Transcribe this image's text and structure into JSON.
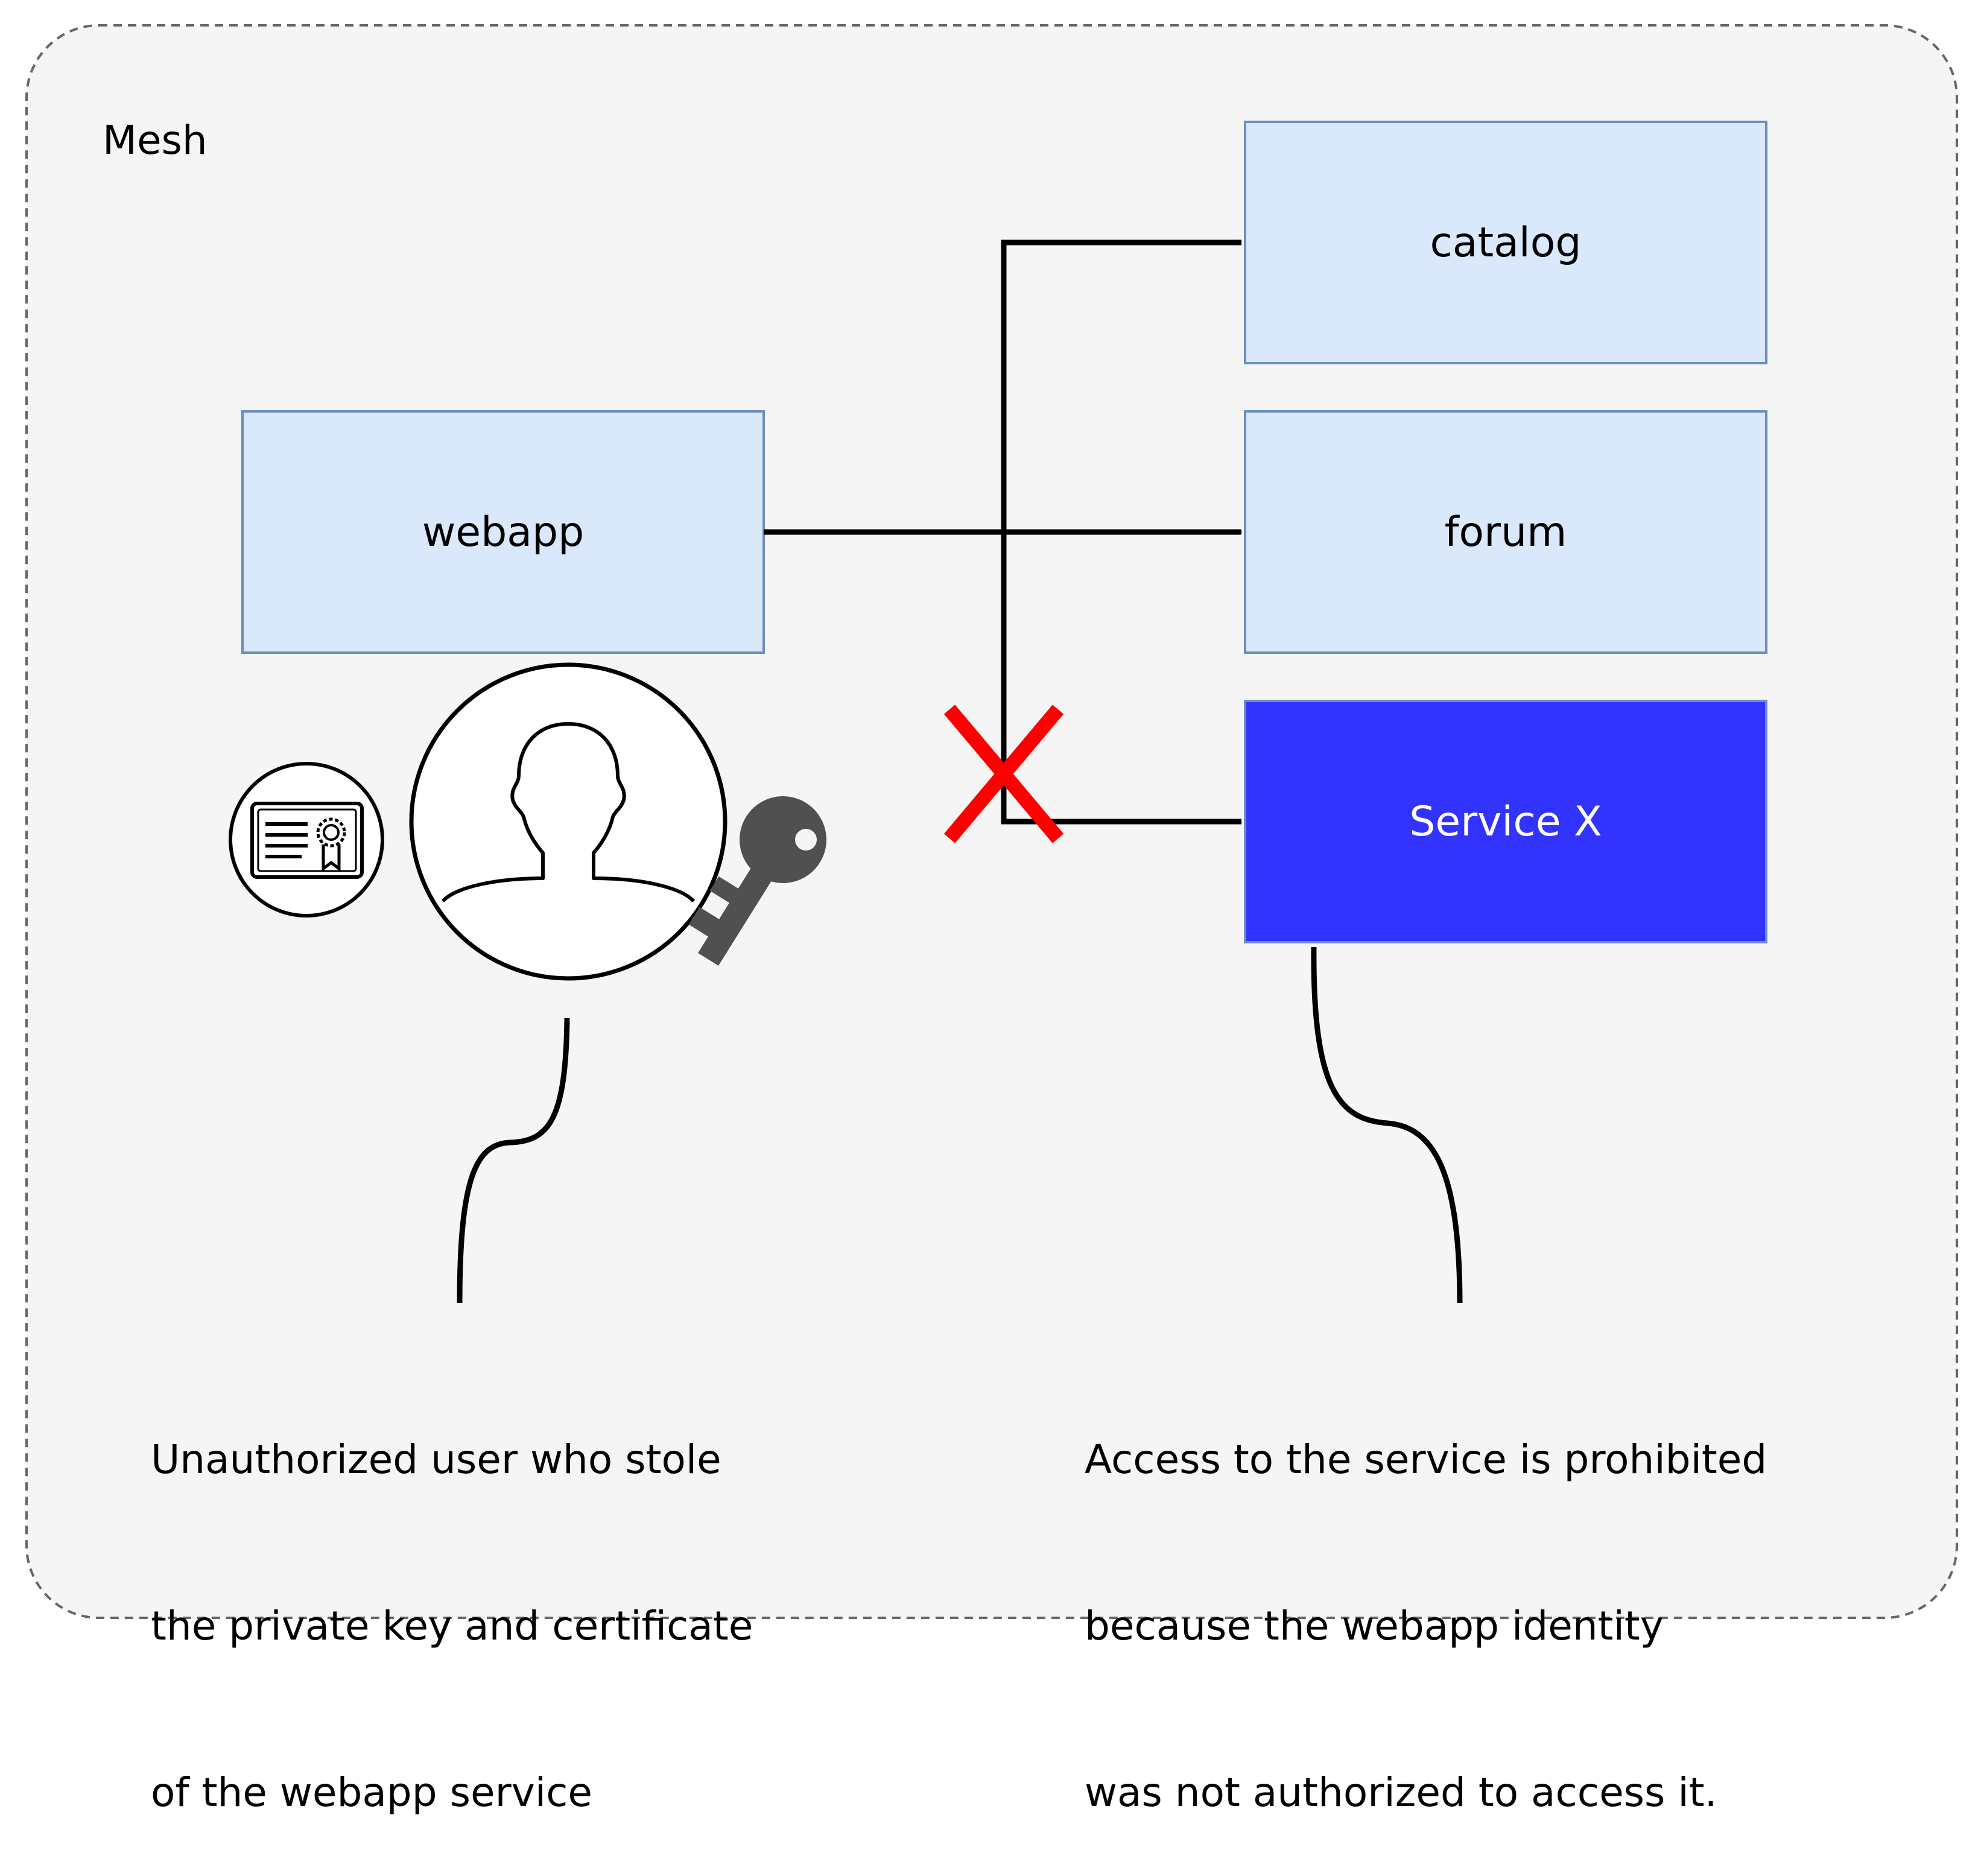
{
  "container": {
    "title": "Mesh"
  },
  "services": {
    "webapp": {
      "label": "webapp"
    },
    "catalog": {
      "label": "catalog"
    },
    "forum": {
      "label": "forum"
    },
    "service_x": {
      "label": "Service X"
    }
  },
  "notes": {
    "attacker": {
      "lines": [
        "Unauthorized user who stole",
        "the private key and certificate",
        "of the webapp service"
      ]
    },
    "denied": {
      "lines": [
        "Access to the service is prohibited",
        "because the webapp identity",
        "was not authorized to access it."
      ]
    }
  },
  "icons": {
    "user": "user-silhouette-icon",
    "certificate": "certificate-icon",
    "key": "key-icon",
    "deny": "deny-cross-icon"
  },
  "colors": {
    "container_fill": "#f5f5f5",
    "container_border": "#666666",
    "service_fill": "#dae8fc",
    "service_border": "#6c8ebf",
    "service_x_fill": "#3333ff",
    "service_x_text": "#ffffff",
    "deny_cross": "#ff0000",
    "key_fill": "#505050"
  }
}
